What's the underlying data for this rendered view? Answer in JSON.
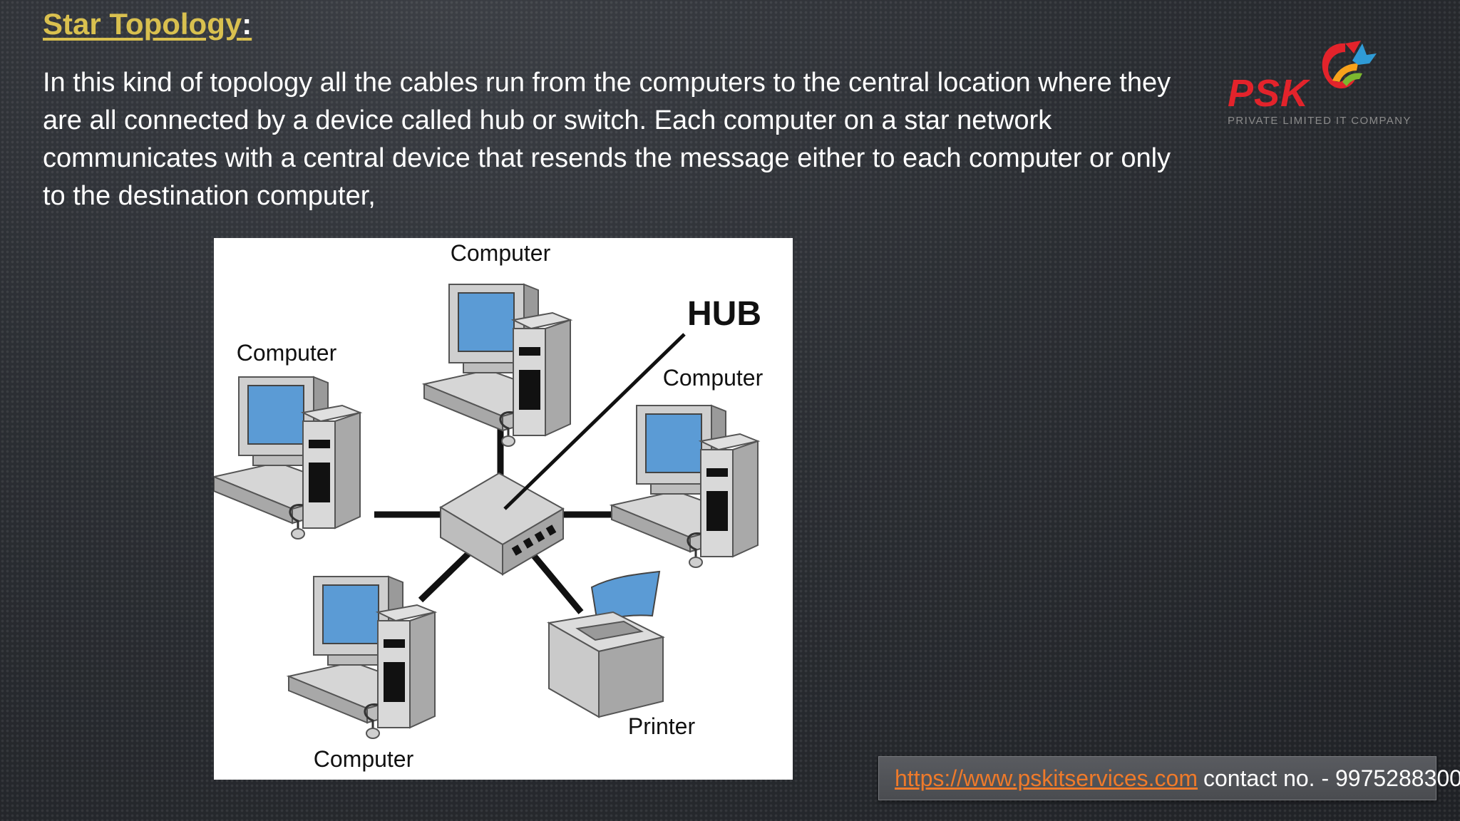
{
  "slide": {
    "title": "Star Topology",
    "title_suffix": ":",
    "body": "In this kind of topology all the cables run from the computers to the central location where they are all connected by a device called hub or switch. Each computer on a star network communicates with a central device that resends the message either to each computer or only to the destination computer,"
  },
  "logo": {
    "text": "PSK",
    "subtitle": "PRIVATE LIMITED IT COMPANY",
    "icon": "psk-swirl-logo"
  },
  "diagram": {
    "labels": {
      "computer_top": "Computer",
      "computer_left": "Computer",
      "hub": "HUB",
      "computer_right": "Computer",
      "computer_bottom": "Computer",
      "printer": "Printer"
    }
  },
  "footer": {
    "url": "https://www.pskitservices.com",
    "contact": "contact no. - 9975288300"
  },
  "colors": {
    "title": "#d9c04f",
    "logo_red": "#e3232b",
    "link": "#ef7a2a",
    "screen_blue": "#5b9bd5"
  }
}
